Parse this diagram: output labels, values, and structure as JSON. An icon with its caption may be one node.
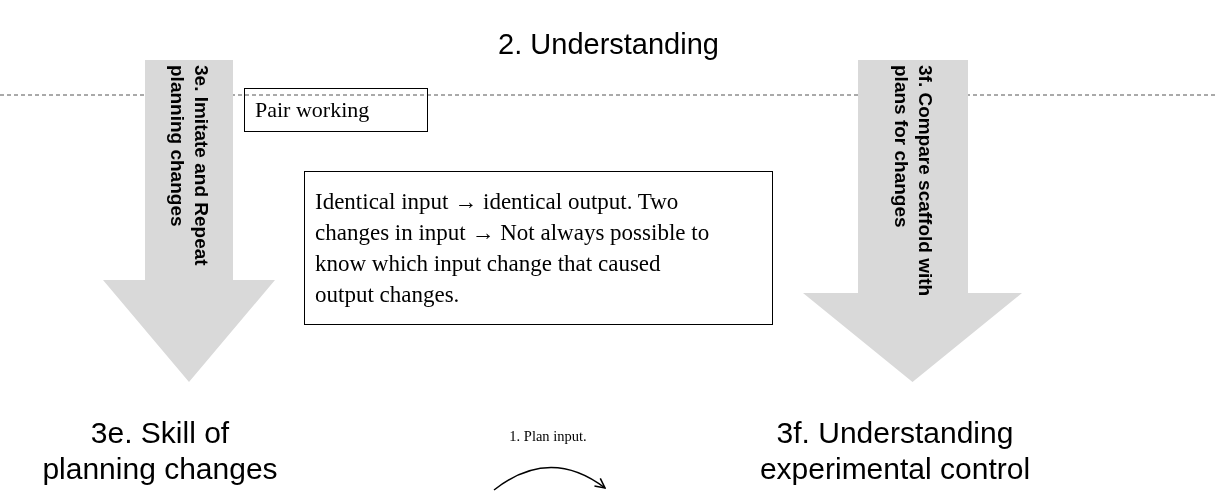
{
  "diagram": {
    "title": "2. Understanding",
    "nodes": [
      {
        "text": [
          "3e. Imitate and Repeat planning changes"
        ]
      },
      {
        "text": [
          "3f. Compare scaffold with plans for changes"
        ]
      },
      {
        "text": [
          "Pair working"
        ]
      },
      {
        "text": [
          "Identical input → identical output. Two changes in input → Not always possible to know which input change that caused output changes."
        ]
      },
      {
        "text": [
          "3e. Skill of planning changes"
        ]
      },
      {
        "text": [
          "3f. Understanding experimental control"
        ]
      }
    ],
    "labels": [
      "1. Plan input."
    ]
  }
}
